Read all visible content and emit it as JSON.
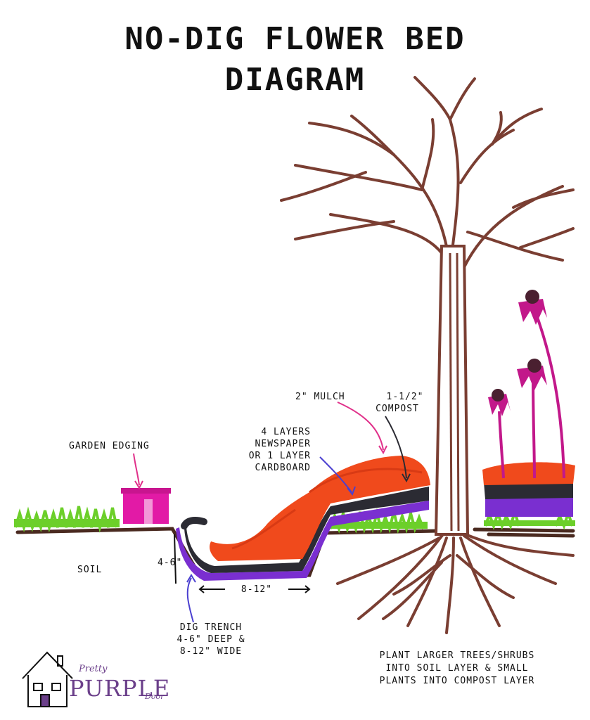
{
  "title": {
    "line1": "NO-DIG FLOWER BED",
    "line2": "DIAGRAM"
  },
  "labels": {
    "garden_edging": "GARDEN EDGING",
    "soil": "SOIL",
    "mulch": "2\" MULCH",
    "compost_1": "1-1/2\"",
    "compost_2": "COMPOST",
    "newspaper_1": "4 LAYERS",
    "newspaper_2": "NEWSPAPER",
    "newspaper_3": "OR 1 LAYER",
    "newspaper_4": "CARDBOARD",
    "depth": "4-6\"",
    "width": "8-12\"",
    "trench_1": "DIG TRENCH",
    "trench_2": "4-6\" DEEP &",
    "trench_3": "8-12\" WIDE",
    "plant_1": "PLANT LARGER TREES/SHRUBS",
    "plant_2": "INTO SOIL LAYER & SMALL",
    "plant_3": "PLANTS INTO COMPOST LAYER"
  },
  "logo": {
    "line1": "Pretty",
    "line2": "PURPLE",
    "line3": "Door"
  },
  "colors": {
    "soil": "#4a2a20",
    "grass": "#6ccf2a",
    "mulch": "#f04a1c",
    "compost": "#2b2b33",
    "newspaper": "#7a2fd0",
    "edging": "#e21aa6",
    "tree": "#7a3e32",
    "flower": "#c2188a",
    "arrow_pink": "#e0308a",
    "arrow_blue": "#4a3fd0"
  }
}
